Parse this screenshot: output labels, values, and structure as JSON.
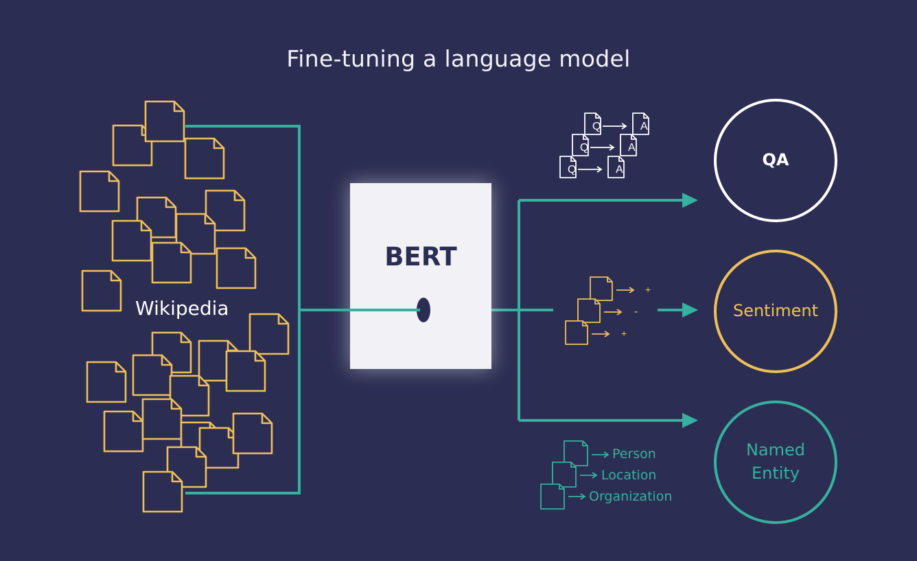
{
  "title": "Fine-tuning a language model",
  "model": {
    "label": "BERT"
  },
  "source": {
    "label": "Wikipedia"
  },
  "tasks": {
    "qa": {
      "label": "QA",
      "doc_from": "Q",
      "doc_to": "A"
    },
    "sentiment": {
      "label": "Sentiment",
      "signs": [
        "+",
        "-",
        "+"
      ]
    },
    "ner": {
      "label": "Named Entity",
      "entities": [
        "Person",
        "Location",
        "Organization"
      ]
    }
  },
  "colors": {
    "background": "#2c2d52",
    "document": "#efc05a",
    "connector": "#35b19f",
    "model_box": "#f1f1f6",
    "qa": "#ffffff",
    "sentiment": "#efc05a",
    "ner": "#35b19f"
  }
}
